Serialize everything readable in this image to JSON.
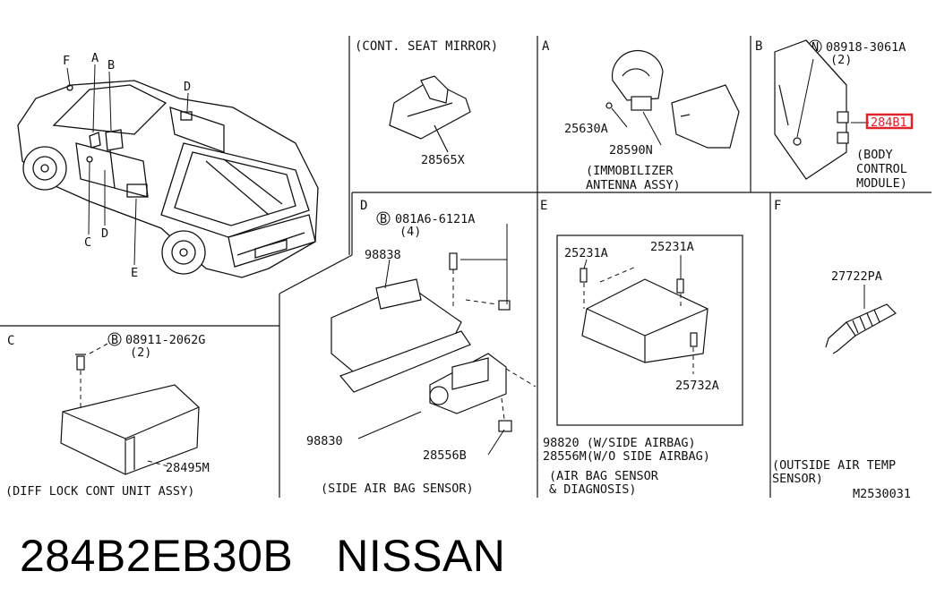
{
  "sections": {
    "cont_seat_mirror": {
      "title": "(CONT. SEAT MIRROR)",
      "part": "28565X"
    },
    "a": {
      "letter": "A",
      "parts": [
        "25630A",
        "28590N"
      ],
      "caption": [
        "(IMMOBILIZER",
        "ANTENNA ASSY)"
      ]
    },
    "b": {
      "letter": "B",
      "bolt_code": "N",
      "bolt": "08918-3061A",
      "bolt_qty": "(2)",
      "highlight_part": "284B1",
      "caption": [
        "(BODY",
        "CONTROL",
        "MODULE)"
      ]
    },
    "c": {
      "letter": "C",
      "bolt_code": "B",
      "bolt": "08911-2062G",
      "bolt_qty": "(2)",
      "part": "28495M",
      "caption": "(DIFF LOCK CONT UNIT ASSY)"
    },
    "d": {
      "letter": "D",
      "bolt_code": "B",
      "bolt": "081A6-6121A",
      "bolt_qty": "(4)",
      "parts": [
        "98838",
        "98830",
        "28556B"
      ],
      "caption": "(SIDE AIR BAG SENSOR)"
    },
    "e": {
      "letter": "E",
      "parts": [
        "25231A",
        "25231A",
        "25732A"
      ],
      "variants": [
        "98820  (W/SIDE AIRBAG)",
        "28556M(W/O SIDE AIRBAG)"
      ],
      "caption": [
        "(AIR BAG SENSOR",
        "& DIAGNOSIS)"
      ]
    },
    "f": {
      "letter": "F",
      "part": "27722PA",
      "caption": [
        "(OUTSIDE AIR TEMP",
        "SENSOR)"
      ]
    }
  },
  "truck_callouts": [
    "F",
    "A",
    "B",
    "D",
    "C",
    "D",
    "E"
  ],
  "diagram_code": "M2530031",
  "footer": {
    "part_number": "284B2EB30B",
    "brand": "NISSAN"
  },
  "colors": {
    "highlight": "#e0202a",
    "ink": "#111111"
  }
}
